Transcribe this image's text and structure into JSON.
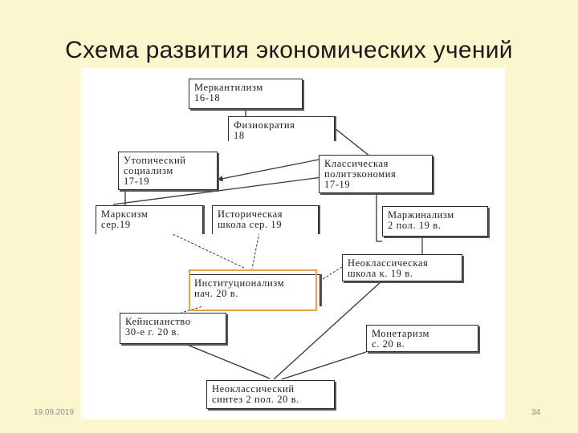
{
  "slide": {
    "title": "Схема развития экономических учений",
    "date": "19.09.2019",
    "page_number": "34"
  },
  "diagram": {
    "nodes": {
      "mercantilism": "Меркантилизм\n16-18",
      "physiocracy": "Физиократия\n18",
      "utopian": "Утопический\nсоциализм\n17-19",
      "classical": "Классическая\nполитэкономия\n17-19",
      "marxism": "Марксизм\nсер.19",
      "historical": "Историческая\nшкола сер. 19",
      "marginalism": "Маржинализм\n2 пол. 19 в.",
      "neoclassical": "Неоклассическая\nшкола к. 19 в.",
      "institutionalism": "Институционализм\nнач. 20 в.",
      "keynesianism": "Кейнсианство\n30-е г. 20 в.",
      "monetarism": "Монетаризм\nс. 20 в.",
      "synthesis": "Неоклассический\nсинтез 2 пол. 20 в."
    },
    "highlighted": "institutionalism",
    "highlight_color": "#e8a04c"
  }
}
